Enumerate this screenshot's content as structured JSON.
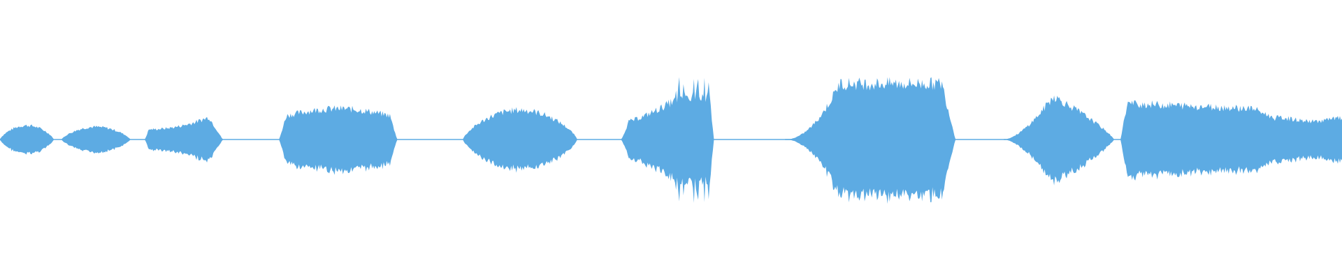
{
  "waveform": {
    "color": "#5dabe3",
    "background": "#ffffff",
    "duration": 1.0,
    "segments": [
      {
        "start": 0.0,
        "end": 0.04,
        "peak": 0.1,
        "shape": "lens"
      },
      {
        "start": 0.046,
        "end": 0.097,
        "peak": 0.09,
        "shape": "lens"
      },
      {
        "start": 0.108,
        "end": 0.166,
        "peak": 0.16,
        "shape": "ramp-up-tail"
      },
      {
        "start": 0.208,
        "end": 0.296,
        "peak": 0.22,
        "shape": "plateau"
      },
      {
        "start": 0.345,
        "end": 0.43,
        "peak": 0.21,
        "shape": "lens"
      },
      {
        "start": 0.463,
        "end": 0.532,
        "peak": 0.34,
        "shape": "ramp-up-spikes"
      },
      {
        "start": 0.585,
        "end": 0.712,
        "peak": 0.4,
        "shape": "plateau-slow-attack"
      },
      {
        "start": 0.748,
        "end": 0.83,
        "peak": 0.31,
        "shape": "lens-tail"
      },
      {
        "start": 0.835,
        "end": 1.0,
        "peak": 0.26,
        "shape": "long-decay"
      }
    ],
    "flatline_amplitude": 0.004
  }
}
